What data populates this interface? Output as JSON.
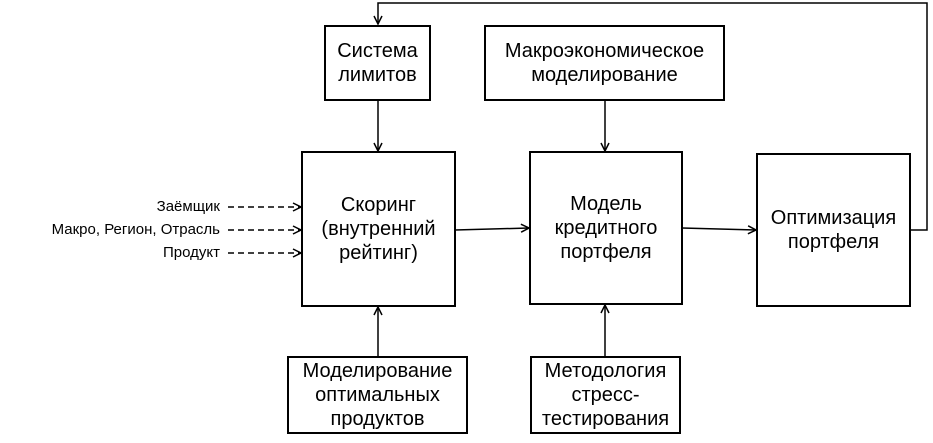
{
  "nodes": {
    "limits": "Система\nлимитов",
    "macro_modeling": "Макроэкономическое\nмоделирование",
    "scoring": "Скоринг\n(внутренний\nрейтинг)",
    "credit_model": "Модель\nкредитного\nпортфеля",
    "optimization": "Оптимизация\nпортфеля",
    "optimal_products": "Моделирование\nоптимальных\nпродуктов",
    "stress_testing": "Методология\nстресс-\nтестирования"
  },
  "inputs": {
    "borrower": "Заёмщик",
    "macro_region_industry": "Макро, Регион, Отрасль",
    "product": "Продукт"
  }
}
